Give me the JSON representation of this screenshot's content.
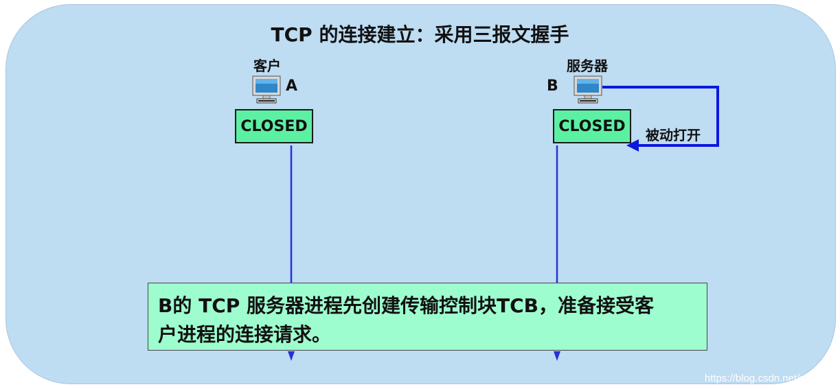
{
  "title": "TCP 的连接建立：采用三报文握手",
  "client": {
    "role": "客户",
    "letter": "A",
    "state": "CLOSED"
  },
  "server": {
    "role": "服务器",
    "letter": "B",
    "state": "CLOSED"
  },
  "passive_open_label": "被动打开",
  "note_lines": [
    "B的 TCP 服务器进程先创建传输控制块TCB，准备接受客",
    "户进程的连接请求。"
  ],
  "watermark": "https://blog.csdn.net/syzdev",
  "colors": {
    "panel": "#bedcf2",
    "state_box": "#5cf0a3",
    "note": "#9efdcf",
    "arrow": "#0a18e0"
  }
}
